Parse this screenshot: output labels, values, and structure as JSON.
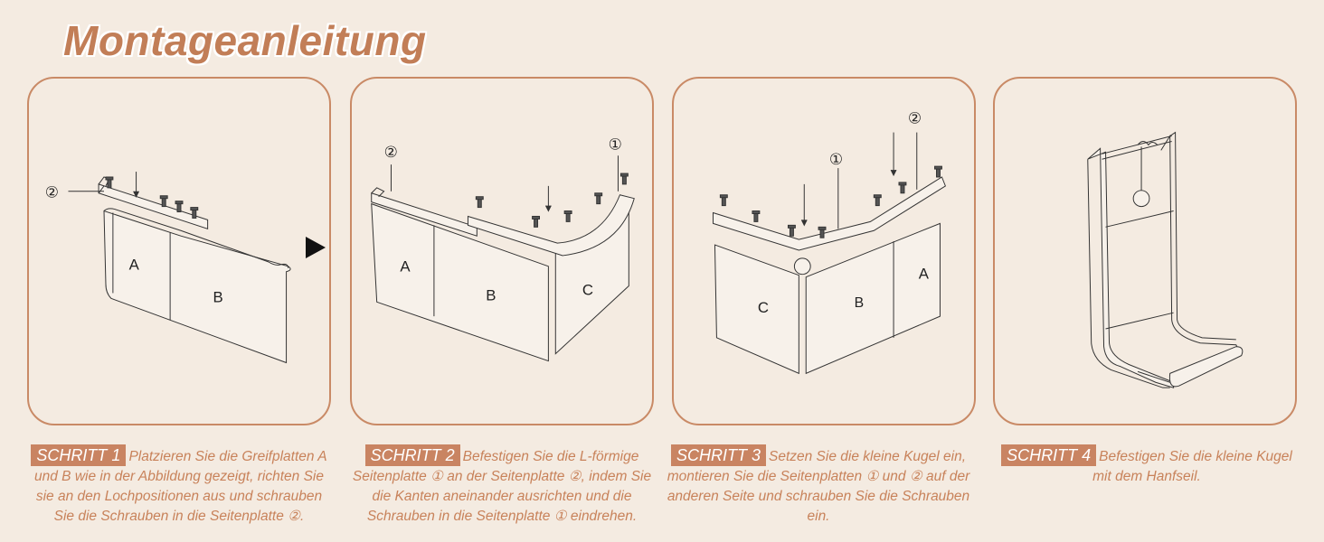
{
  "title": "Montageanleitung",
  "steps": [
    {
      "badge": "SCHRITT 1",
      "text": "Platzieren Sie die Greifplatten A und B wie in der Abbildung gezeigt, richten Sie sie an den Lochpositionen aus und schrauben Sie die Schrauben in die Seitenplatte ②.",
      "labels": {
        "a": "A",
        "b": "B",
        "num": "②"
      }
    },
    {
      "badge": "SCHRITT 2",
      "text": "Befestigen Sie die L-förmige Seitenplatte ① an der Seitenplatte ②, indem Sie die Kanten aneinander ausrichten und die Schrauben in die Seitenplatte ① eindrehen.",
      "labels": {
        "a": "A",
        "b": "B",
        "c": "C",
        "num1": "①",
        "num2": "②"
      }
    },
    {
      "badge": "SCHRITT 3",
      "text": "Setzen Sie die kleine Kugel ein, montieren Sie die Seitenplatten ① und ② auf der anderen Seite und schrauben Sie die Schrauben ein.",
      "labels": {
        "a": "A",
        "b": "B",
        "c": "C",
        "num1": "①",
        "num2": "②"
      }
    },
    {
      "badge": "SCHRITT 4",
      "text": "Befestigen Sie die kleine Kugel mit dem Hanfseil."
    }
  ],
  "colors": {
    "accent": "#c98462",
    "background": "#f4ebe1",
    "border": "#c98a66"
  }
}
